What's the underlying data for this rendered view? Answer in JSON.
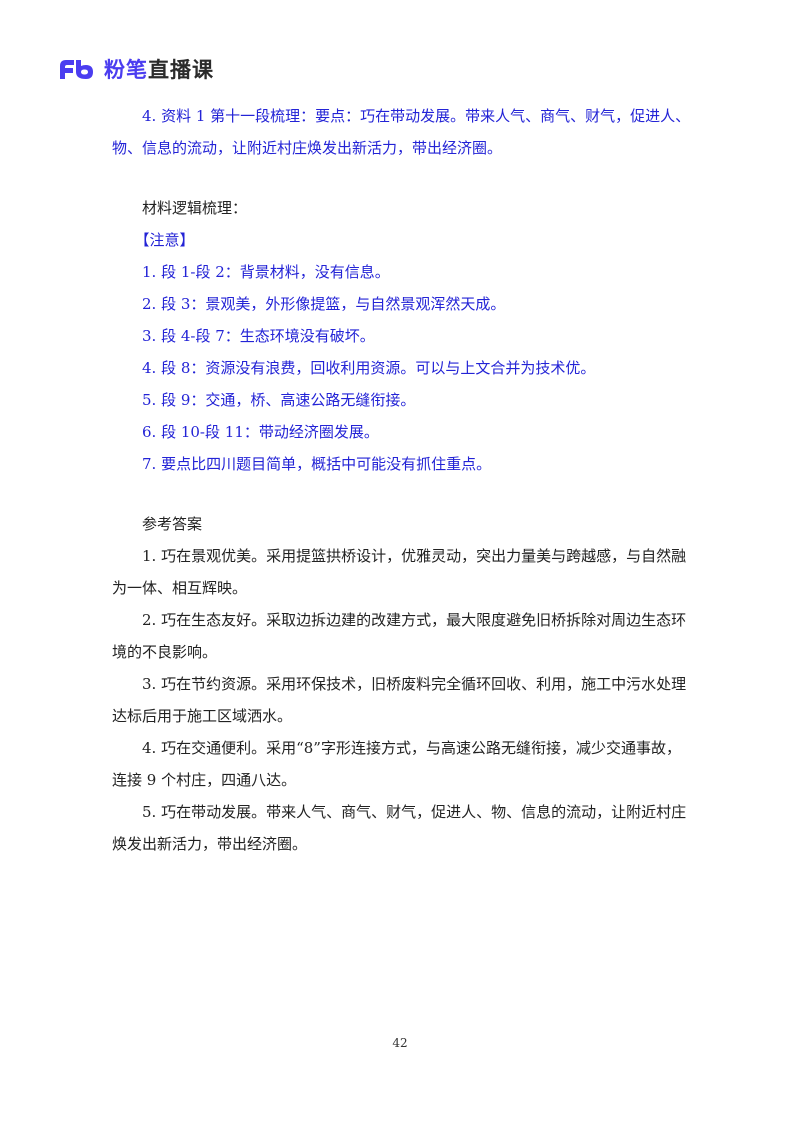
{
  "header": {
    "logo_icon": "fb-logo-icon",
    "brand_primary": "粉笔",
    "brand_secondary": "直播课",
    "accent_color": "#4b3df0"
  },
  "section_summary": {
    "item4": "4. 资料 1 第十一段梳理：要点：巧在带动发展。带来人气、商气、财气，促进人、物、信息的流动，让附近村庄焕发出新活力，带出经济圈。"
  },
  "logic": {
    "title": "材料逻辑梳理：",
    "note_label": "【注意】",
    "items": [
      "1. 段 1-段 2：背景材料，没有信息。",
      "2. 段 3：景观美，外形像提篮，与自然景观浑然天成。",
      "3. 段 4-段 7：生态环境没有破坏。",
      "4. 段 8：资源没有浪费，回收利用资源。可以与上文合并为技术优。",
      "5. 段 9：交通，桥、高速公路无缝衔接。",
      "6. 段 10-段 11：带动经济圈发展。",
      "7. 要点比四川题目简单，概括中可能没有抓住重点。"
    ],
    "text_color": "#2323d6"
  },
  "answer": {
    "title": "参考答案",
    "items": [
      "1. 巧在景观优美。采用提篮拱桥设计，优雅灵动，突出力量美与跨越感，与自然融为一体、相互辉映。",
      "2. 巧在生态友好。采取边拆边建的改建方式，最大限度避免旧桥拆除对周边生态环境的不良影响。",
      "3. 巧在节约资源。采用环保技术，旧桥废料完全循环回收、利用，施工中污水处理达标后用于施工区域洒水。",
      "4. 巧在交通便利。采用“8”字形连接方式，与高速公路无缝衔接，减少交通事故，连接 9 个村庄，四通八达。",
      "5. 巧在带动发展。带来人气、商气、财气，促进人、物、信息的流动，让附近村庄焕发出新活力，带出经济圈。"
    ]
  },
  "footer": {
    "page_number": "42"
  }
}
